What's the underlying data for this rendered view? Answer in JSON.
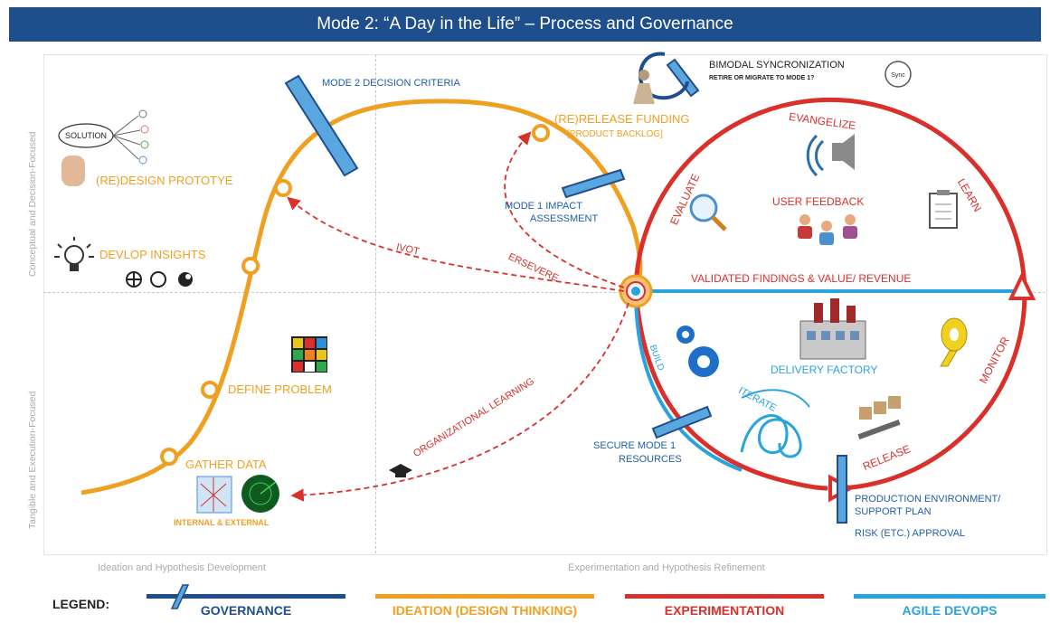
{
  "title": "Mode 2: “A Day in the Life” – Process and Governance",
  "axes": {
    "top_left": "Conceptual and Decision-Focused",
    "bottom_left": "Tangible and Execution-Focused",
    "bottom_1": "Ideation and Hypothesis Development",
    "bottom_2": "Experimentation and Hypothesis Refinement"
  },
  "ideation": {
    "gather_data": "GATHER DATA",
    "internal_external": "INTERNAL & EXTERNAL",
    "define_problem": "DEFINE PROBLEM",
    "develop_insights": "DEVLOP INSIGHTS",
    "redesign_prototype": "(RE)DESIGN PROTOTYE",
    "rerelease_funding": "(RE)RELEASE FUNDING",
    "product_backlog": "[PRODUCT BACKLOG]"
  },
  "governance": {
    "mode2_criteria": "MODE 2 DECISION CRITERIA",
    "bimodal_sync": "BIMODAL SYNCRONIZATION",
    "retire_migrate": "RETIRE OR MIGRATE TO MODE 1?",
    "sync_icon_text": "Sync",
    "mode1_impact_1": "MODE 1 IMPACT",
    "mode1_impact_2": "ASSESSMENT",
    "secure_resources_1": "SECURE MODE 1",
    "secure_resources_2": "RESOURCES",
    "production_env_1": "PRODUCTION ENVIRONMENT/",
    "production_env_2": "SUPPORT PLAN",
    "risk_approval": "RISK (ETC.) APPROVAL"
  },
  "experimentation": {
    "pivot": "IVOT",
    "persevere": "ERSEVERE",
    "organizational_learning": "ORGANIZATIONAL LEARNING",
    "validated_findings": "VALIDATED FINDINGS & VALUE/ REVENUE",
    "evangelize": "EVANGELIZE",
    "evaluate": "EVALUATE",
    "learn": "LEARN",
    "user_feedback": "USER FEEDBACK",
    "monitor": "MONITOR",
    "release": "RELEASE"
  },
  "agile": {
    "build": "BUILD",
    "iterate": "ITERATE",
    "delivery_factory": "DELIVERY FACTORY"
  },
  "legend": {
    "label": "LEGEND:",
    "items": [
      {
        "label": "GOVERNANCE",
        "color": "#1f4e8c"
      },
      {
        "label": "IDEATION (DESIGN THINKING)",
        "color": "#f0a020"
      },
      {
        "label": "EXPERIMENTATION",
        "color": "#d9302c"
      },
      {
        "label": "AGILE DEVOPS",
        "color": "#29a3dd"
      }
    ]
  },
  "colors": {
    "governance": "#1f4e8c",
    "ideation": "#f0a020",
    "experimentation": "#d9302c",
    "agile": "#29a3dd"
  }
}
